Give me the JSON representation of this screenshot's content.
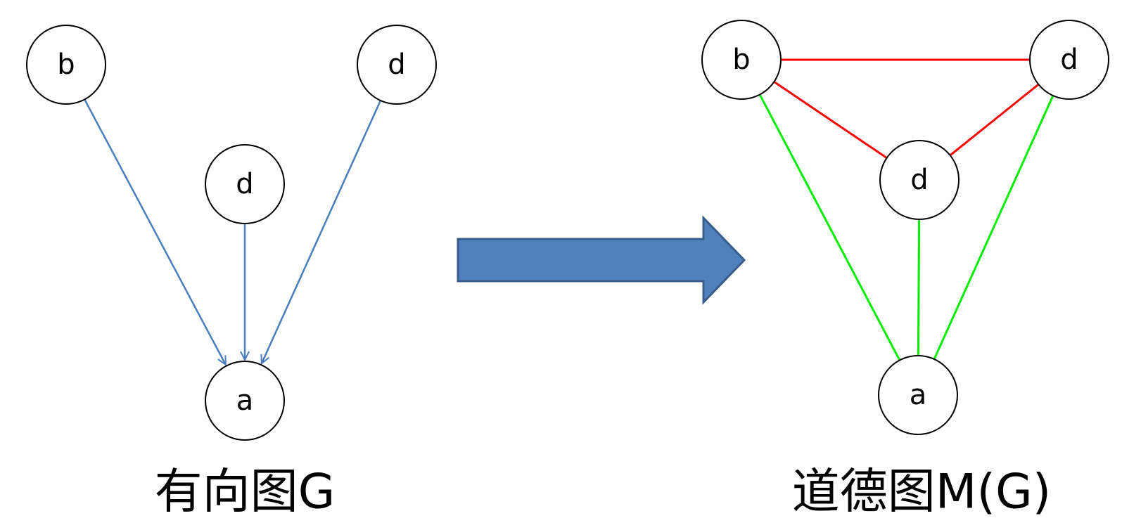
{
  "left_graph": {
    "caption": "有向图G",
    "nodes": [
      {
        "id": "b",
        "label": "b"
      },
      {
        "id": "d_top",
        "label": "d"
      },
      {
        "id": "d_mid",
        "label": "d"
      },
      {
        "id": "a",
        "label": "a"
      }
    ],
    "edges": [
      {
        "from": "b",
        "to": "a",
        "directed": true
      },
      {
        "from": "d_mid",
        "to": "a",
        "directed": true
      },
      {
        "from": "d_top",
        "to": "a",
        "directed": true
      }
    ],
    "edge_color": "#4a7ebb"
  },
  "right_graph": {
    "caption": "道德图M(G)",
    "nodes": [
      {
        "id": "b",
        "label": "b"
      },
      {
        "id": "d_top",
        "label": "d"
      },
      {
        "id": "d_mid",
        "label": "d"
      },
      {
        "id": "a",
        "label": "a"
      }
    ],
    "edges": [
      {
        "from": "b",
        "to": "d_top",
        "directed": false,
        "kind": "moral"
      },
      {
        "from": "b",
        "to": "d_mid",
        "directed": false,
        "kind": "moral"
      },
      {
        "from": "d_mid",
        "to": "d_top",
        "directed": false,
        "kind": "moral"
      },
      {
        "from": "b",
        "to": "a",
        "directed": false,
        "kind": "original"
      },
      {
        "from": "d_mid",
        "to": "a",
        "directed": false,
        "kind": "original"
      },
      {
        "from": "d_top",
        "to": "a",
        "directed": false,
        "kind": "original"
      }
    ],
    "moral_edge_color": "#ff0000",
    "original_edge_color": "#00ee00"
  },
  "transform_arrow": {
    "fill_color": "#4f81bd",
    "stroke_color": "#385d8a"
  }
}
